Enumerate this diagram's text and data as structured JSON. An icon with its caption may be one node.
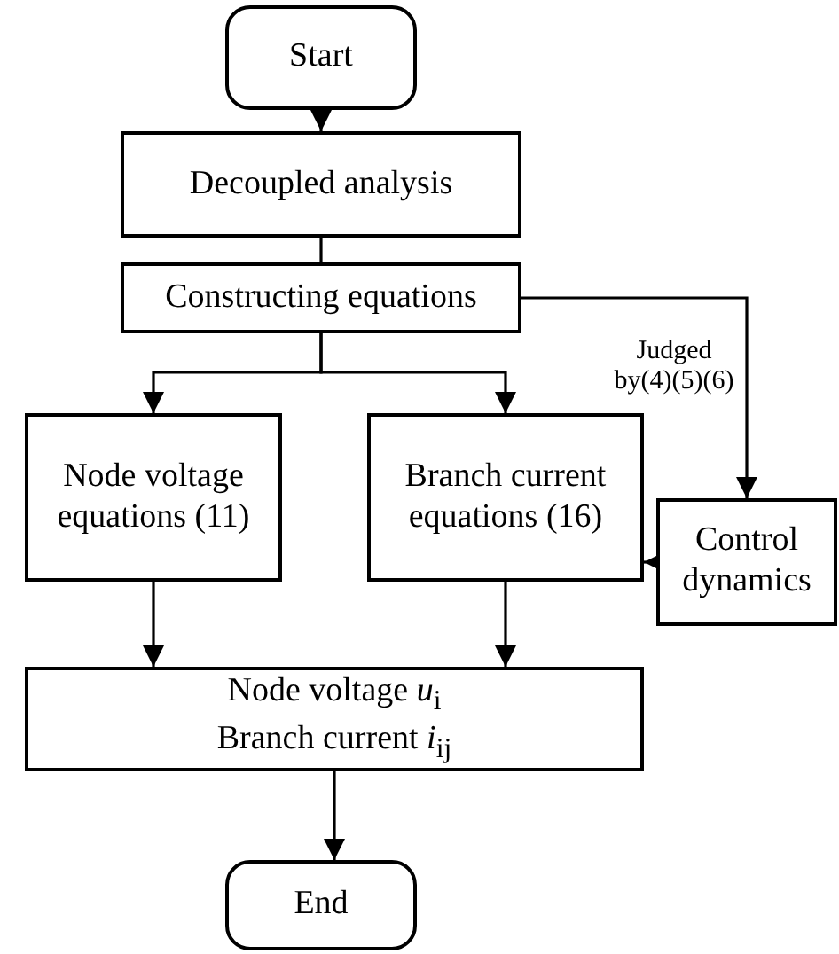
{
  "diagram": {
    "nodes": [
      {
        "text": [
          "Start"
        ]
      },
      {
        "text": [
          "Decoupled analysis"
        ]
      },
      {
        "text": [
          "Constructing equations"
        ]
      },
      {
        "text": [
          "Node voltage equations (11)"
        ]
      },
      {
        "text": [
          "Branch current equations (16)"
        ]
      },
      {
        "text": [
          "Control dynamics"
        ]
      },
      {
        "text": [
          "Node voltage *u*$_{i}$",
          "Branch current *i*$_{ij}$"
        ]
      },
      {
        "text": [
          "End"
        ]
      }
    ],
    "edges": [
      {
        "from": 0,
        "to": 1,
        "arrow": "to"
      },
      {
        "from": 1,
        "to": 2,
        "arrow": "none"
      },
      {
        "from": 2,
        "to": 3,
        "arrow": "to"
      },
      {
        "from": 2,
        "to": 4,
        "arrow": "to"
      },
      {
        "from": 2,
        "to": 5,
        "arrow": "to",
        "label": "Judged by(4)(5)(6)"
      },
      {
        "from": 5,
        "to": 4,
        "arrow": "to"
      },
      {
        "from": 3,
        "to": 6,
        "arrow": "to"
      },
      {
        "from": 4,
        "to": 6,
        "arrow": "to"
      },
      {
        "from": 6,
        "to": 7,
        "arrow": "to"
      }
    ]
  }
}
